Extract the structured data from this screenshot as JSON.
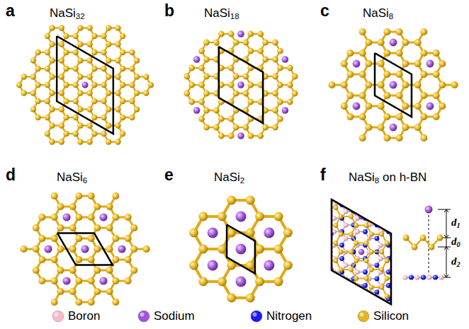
{
  "diagram": {
    "labels": [
      "a",
      "NaSi32",
      "b",
      "NaSi18",
      "c",
      "NaSi8",
      "d",
      "NaSi6",
      "e",
      "NaSi2",
      "f",
      "NaSi8 on h-BN",
      "d1",
      "d0",
      "d2"
    ],
    "legend": [
      {
        "text": "Boron",
        "color": "#f4bcc6"
      },
      {
        "text": "Sodium",
        "color": "#a056d8"
      },
      {
        "text": "Nitrogen",
        "color": "#1c1cf0"
      },
      {
        "text": "Silicon",
        "color": "#e6b422"
      }
    ]
  }
}
